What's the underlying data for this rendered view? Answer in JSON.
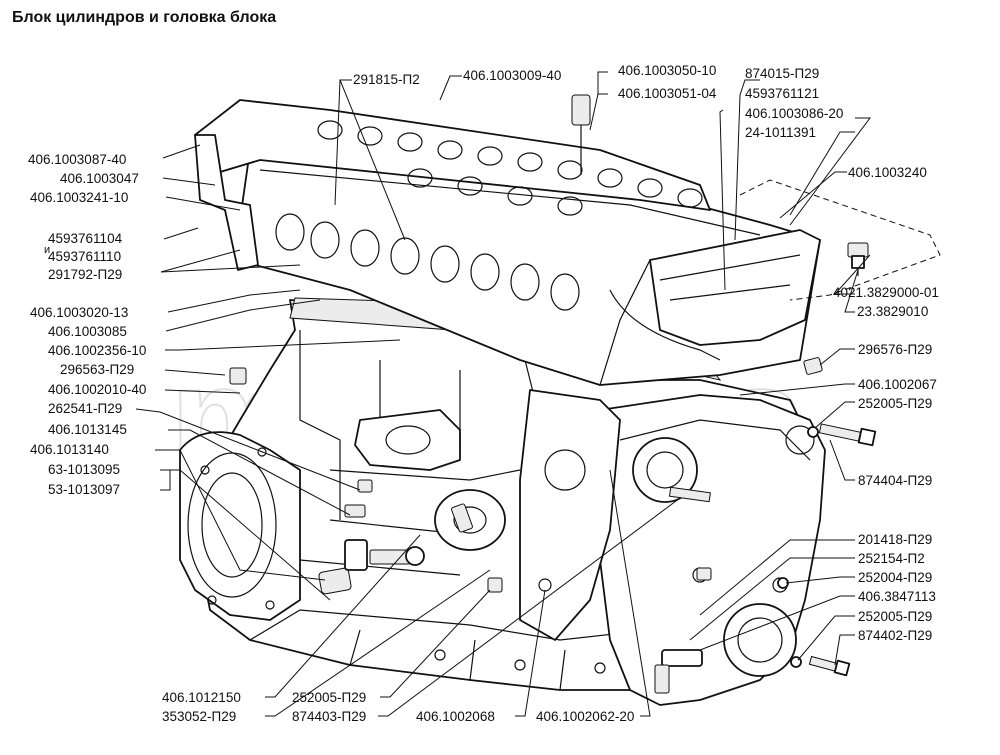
{
  "title": "Блок цилиндров и головка блока",
  "watermark": "motoriks",
  "labels": [
    {
      "id": "l01",
      "text": "291815-П2"
    },
    {
      "id": "l02",
      "text": "406.1003009-40"
    },
    {
      "id": "l03",
      "text": "406.1003050-10"
    },
    {
      "id": "l04",
      "text": "874015-П29"
    },
    {
      "id": "l05",
      "text": "406.1003051-04"
    },
    {
      "id": "l06",
      "text": "4593761121"
    },
    {
      "id": "l07",
      "text": "406.1003086-20"
    },
    {
      "id": "l08",
      "text": "24-1011391"
    },
    {
      "id": "l09",
      "text": "406.1003240"
    },
    {
      "id": "l10",
      "text": "406.1003087-40"
    },
    {
      "id": "l11",
      "text": "406.1003047"
    },
    {
      "id": "l12",
      "text": "406.1003241-10"
    },
    {
      "id": "l13",
      "text": "4593761104"
    },
    {
      "id": "l14",
      "text": "и"
    },
    {
      "id": "l15",
      "text": "4593761110"
    },
    {
      "id": "l16",
      "text": "291792-П29"
    },
    {
      "id": "l17",
      "text": "4021.3829000-01"
    },
    {
      "id": "l18",
      "text": "23.3829010"
    },
    {
      "id": "l19",
      "text": "406.1003020-13"
    },
    {
      "id": "l20",
      "text": "406.1003085"
    },
    {
      "id": "l21",
      "text": "406.1002356-10"
    },
    {
      "id": "l22",
      "text": "296576-П29"
    },
    {
      "id": "l23",
      "text": "296563-П29"
    },
    {
      "id": "l24",
      "text": "406.1002067"
    },
    {
      "id": "l25",
      "text": "406.1002010-40"
    },
    {
      "id": "l26",
      "text": "252005-П29"
    },
    {
      "id": "l27",
      "text": "262541-П29"
    },
    {
      "id": "l28",
      "text": "406.1013145"
    },
    {
      "id": "l29",
      "text": "406.1013140"
    },
    {
      "id": "l30",
      "text": "63-1013095"
    },
    {
      "id": "l31",
      "text": "53-1013097"
    },
    {
      "id": "l32",
      "text": "874404-П29"
    },
    {
      "id": "l33",
      "text": "201418-П29"
    },
    {
      "id": "l34",
      "text": "252154-П2"
    },
    {
      "id": "l35",
      "text": "252004-П29"
    },
    {
      "id": "l36",
      "text": "406.3847113"
    },
    {
      "id": "l37",
      "text": "252005-П29"
    },
    {
      "id": "l38",
      "text": "874402-П29"
    },
    {
      "id": "l39",
      "text": "406.1012150"
    },
    {
      "id": "l40",
      "text": "252005-П29"
    },
    {
      "id": "l41",
      "text": "353052-П29"
    },
    {
      "id": "l42",
      "text": "874403-П29"
    },
    {
      "id": "l43",
      "text": "406.1002068"
    },
    {
      "id": "l44",
      "text": "406.1002062-20"
    }
  ]
}
